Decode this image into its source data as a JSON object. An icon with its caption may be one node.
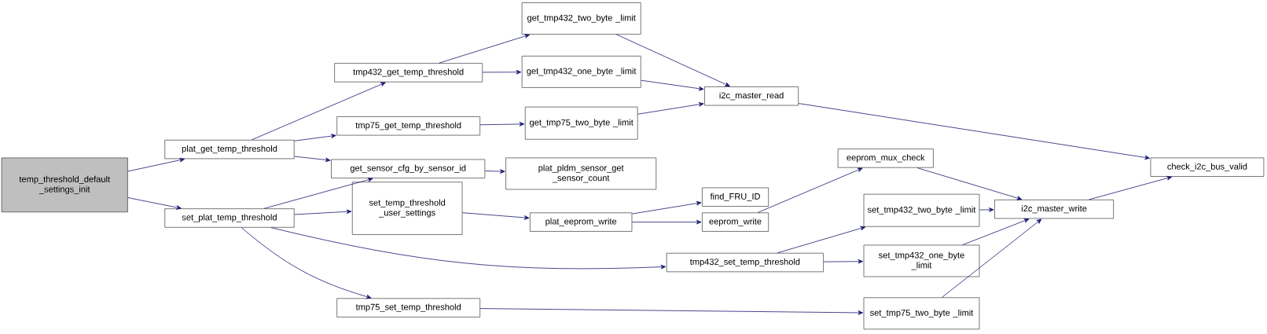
{
  "diagram": {
    "nodes": [
      {
        "text": [
          "temp_threshold_default _settings_init"
        ]
      },
      {
        "text": [
          "plat_get_temp_threshold"
        ]
      },
      {
        "text": [
          "set_plat_temp_threshold"
        ]
      },
      {
        "text": [
          "tmp432_get_temp_threshold"
        ]
      },
      {
        "text": [
          "tmp75_get_temp_threshold"
        ]
      },
      {
        "text": [
          "get_sensor_cfg_by_sensor_id"
        ]
      },
      {
        "text": [
          "set_temp_threshold _user_settings"
        ]
      },
      {
        "text": [
          "tmp75_set_temp_threshold"
        ]
      },
      {
        "text": [
          "get_tmp432_two_byte _limit"
        ]
      },
      {
        "text": [
          "get_tmp432_one_byte _limit"
        ]
      },
      {
        "text": [
          "get_tmp75_two_byte _limit"
        ]
      },
      {
        "text": [
          "plat_pldm_sensor_get _sensor_count"
        ]
      },
      {
        "text": [
          "plat_eeprom_write"
        ]
      },
      {
        "text": [
          "tmp432_set_temp_threshold"
        ]
      },
      {
        "text": [
          "i2c_master_read"
        ]
      },
      {
        "text": [
          "find_FRU_ID"
        ]
      },
      {
        "text": [
          "eeprom_write"
        ]
      },
      {
        "text": [
          "eeprom_mux_check"
        ]
      },
      {
        "text": [
          "set_tmp432_two_byte _limit"
        ]
      },
      {
        "text": [
          "set_tmp432_one_byte _limit"
        ]
      },
      {
        "text": [
          "set_tmp75_two_byte _limit"
        ]
      },
      {
        "text": [
          "i2c_master_write"
        ]
      },
      {
        "text": [
          "check_i2c_bus_valid"
        ]
      }
    ],
    "edges": [
      {
        "from": 0,
        "to": 1,
        "arrow": "to"
      },
      {
        "from": 0,
        "to": 2,
        "arrow": "to"
      },
      {
        "from": 1,
        "to": 3,
        "arrow": "to"
      },
      {
        "from": 1,
        "to": 4,
        "arrow": "to"
      },
      {
        "from": 1,
        "to": 5,
        "arrow": "to"
      },
      {
        "from": 2,
        "to": 5,
        "arrow": "to"
      },
      {
        "from": 2,
        "to": 6,
        "arrow": "to"
      },
      {
        "from": 2,
        "to": 13,
        "arrow": "to"
      },
      {
        "from": 2,
        "to": 7,
        "arrow": "to"
      },
      {
        "from": 3,
        "to": 8,
        "arrow": "to"
      },
      {
        "from": 3,
        "to": 9,
        "arrow": "to"
      },
      {
        "from": 4,
        "to": 10,
        "arrow": "to"
      },
      {
        "from": 5,
        "to": 11,
        "arrow": "to"
      },
      {
        "from": 6,
        "to": 12,
        "arrow": "to"
      },
      {
        "from": 8,
        "to": 14,
        "arrow": "to"
      },
      {
        "from": 9,
        "to": 14,
        "arrow": "to"
      },
      {
        "from": 10,
        "to": 14,
        "arrow": "to"
      },
      {
        "from": 12,
        "to": 15,
        "arrow": "to"
      },
      {
        "from": 12,
        "to": 16,
        "arrow": "to"
      },
      {
        "from": 16,
        "to": 17,
        "arrow": "to"
      },
      {
        "from": 14,
        "to": 22,
        "arrow": "to"
      },
      {
        "from": 17,
        "to": 21,
        "arrow": "to"
      },
      {
        "from": 18,
        "to": 21,
        "arrow": "to"
      },
      {
        "from": 19,
        "to": 21,
        "arrow": "to"
      },
      {
        "from": 20,
        "to": 21,
        "arrow": "to"
      },
      {
        "from": 13,
        "to": 18,
        "arrow": "to"
      },
      {
        "from": 13,
        "to": 19,
        "arrow": "to"
      },
      {
        "from": 7,
        "to": 20,
        "arrow": "to"
      },
      {
        "from": 21,
        "to": 22,
        "arrow": "to"
      }
    ]
  }
}
